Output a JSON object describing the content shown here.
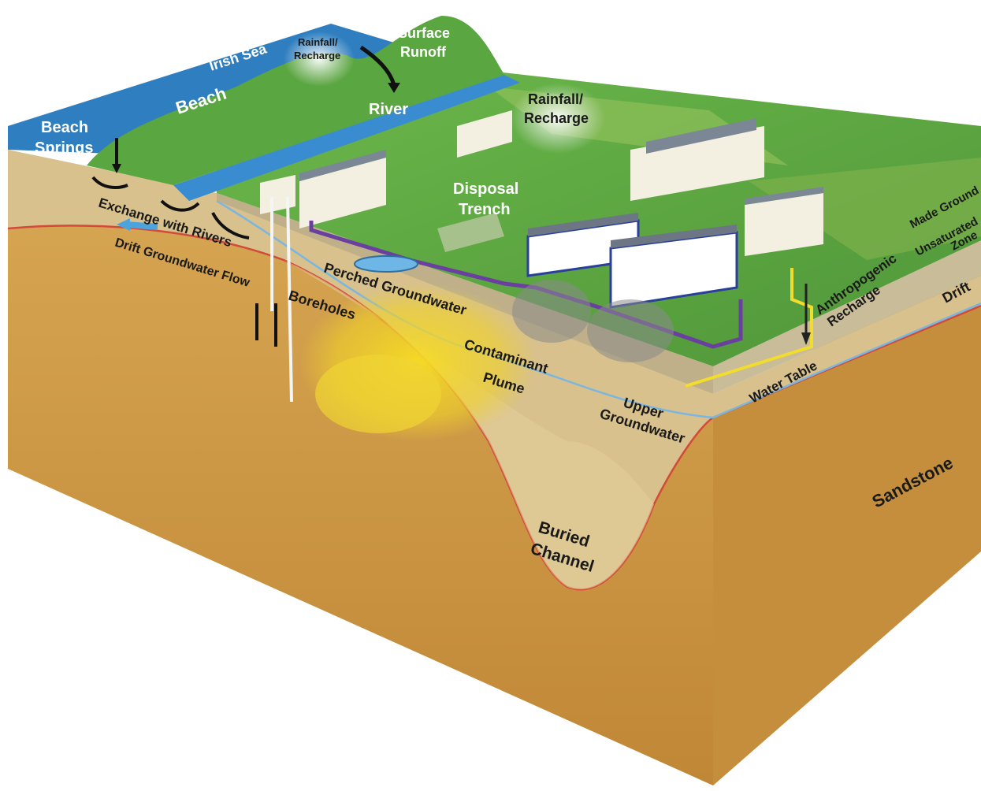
{
  "labels": {
    "beach_springs_1": "Beach",
    "beach_springs_2": "Springs",
    "irish_sea": "Irish Sea",
    "beach": "Beach",
    "rainfall1_1": "Rainfall/",
    "rainfall1_2": "Recharge",
    "surface_runoff_1": "Surface",
    "surface_runoff_2": "Runoff",
    "river": "River",
    "rainfall2_1": "Rainfall/",
    "rainfall2_2": "Recharge",
    "disposal_1": "Disposal",
    "disposal_2": "Trench",
    "exchange": "Exchange with Rivers",
    "drift_flow": "Drift Groundwater Flow",
    "boreholes": "Boreholes",
    "perched": "Perched Groundwater",
    "plume_1": "Contaminant",
    "plume_2": "Plume",
    "upper_1": "Upper",
    "upper_2": "Groundwater",
    "water_table": "Water Table",
    "anthro_1": "Anthropogenic",
    "anthro_2": "Recharge",
    "made_ground": "Made Ground",
    "unsat_1": "Unsaturated",
    "unsat_2": "Zone",
    "drift": "Drift",
    "sandstone": "Sandstone",
    "buried_1": "Buried",
    "buried_2": "Channel"
  },
  "colors": {
    "sea": "#2f7fc0",
    "grass": "#5aa640",
    "drift": "#d8c18c",
    "sandstone": "#c99a4a",
    "plume": "#f2d21c",
    "pipe": "#6a3fa0",
    "water_line": "#7ab6e0",
    "boundary_line": "#d24a3a"
  },
  "icons": [
    "cloud-icon",
    "arrow-icon",
    "building-icon",
    "borehole-icon"
  ]
}
